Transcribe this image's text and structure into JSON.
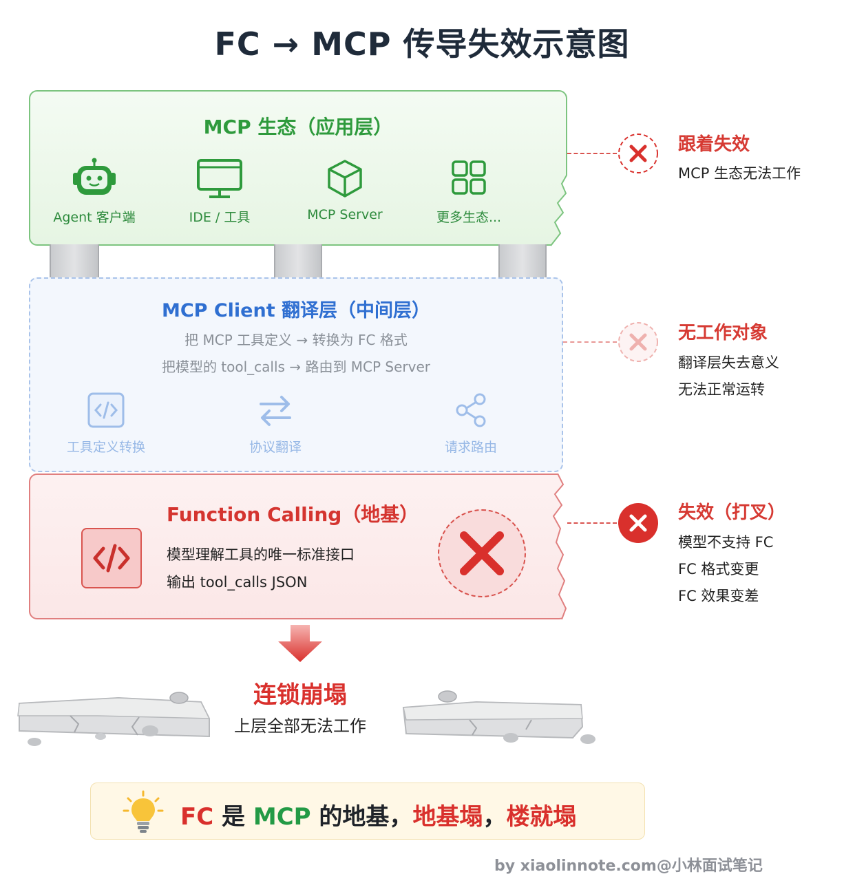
{
  "title": "FC → MCP 传导失效示意图",
  "mcp_layer": {
    "title": "MCP 生态（应用层）",
    "items": [
      {
        "label": "Agent 客户端",
        "icon": "robot-icon"
      },
      {
        "label": "IDE / 工具",
        "icon": "monitor-icon"
      },
      {
        "label": "MCP Server",
        "icon": "cube-icon"
      },
      {
        "label": "更多生态...",
        "icon": "grid-icon"
      }
    ]
  },
  "client_layer": {
    "title": "MCP Client 翻译层（中间层）",
    "line1": "把 MCP 工具定义 → 转换为 FC 格式",
    "line2": "把模型的 tool_calls → 路由到 MCP Server",
    "items": [
      {
        "label": "工具定义转换",
        "icon": "code-doc-icon"
      },
      {
        "label": "协议翻译",
        "icon": "swap-arrows-icon"
      },
      {
        "label": "请求路由",
        "icon": "share-icon"
      }
    ]
  },
  "fc_layer": {
    "title": "Function Calling（地基）",
    "line1": "模型理解工具的唯一标准接口",
    "line2": "输出 tool_calls JSON",
    "icon": "code-icon"
  },
  "status": {
    "mcp": {
      "title": "跟着失效",
      "lines": [
        "MCP 生态无法工作"
      ]
    },
    "client": {
      "title": "无工作对象",
      "lines": [
        "翻译层失去意义",
        "无法正常运转"
      ]
    },
    "fc": {
      "title": "失效（打叉）",
      "lines": [
        "模型不支持 FC",
        "FC 格式变更",
        "FC 效果变差"
      ]
    }
  },
  "collapse": {
    "title": "连锁崩塌",
    "subtitle": "上层全部无法工作"
  },
  "tip": {
    "icon": "lightbulb-icon",
    "parts": [
      "FC",
      " 是 ",
      "MCP",
      " 的地基，",
      "地基塌",
      "，",
      "楼就塌"
    ]
  },
  "footer": "by xiaolinnote.com@小林面试笔记",
  "colors": {
    "green": "#2e9a3c",
    "blue": "#2f6fd1",
    "red": "#d9302c",
    "amber": "#f5b82e"
  }
}
